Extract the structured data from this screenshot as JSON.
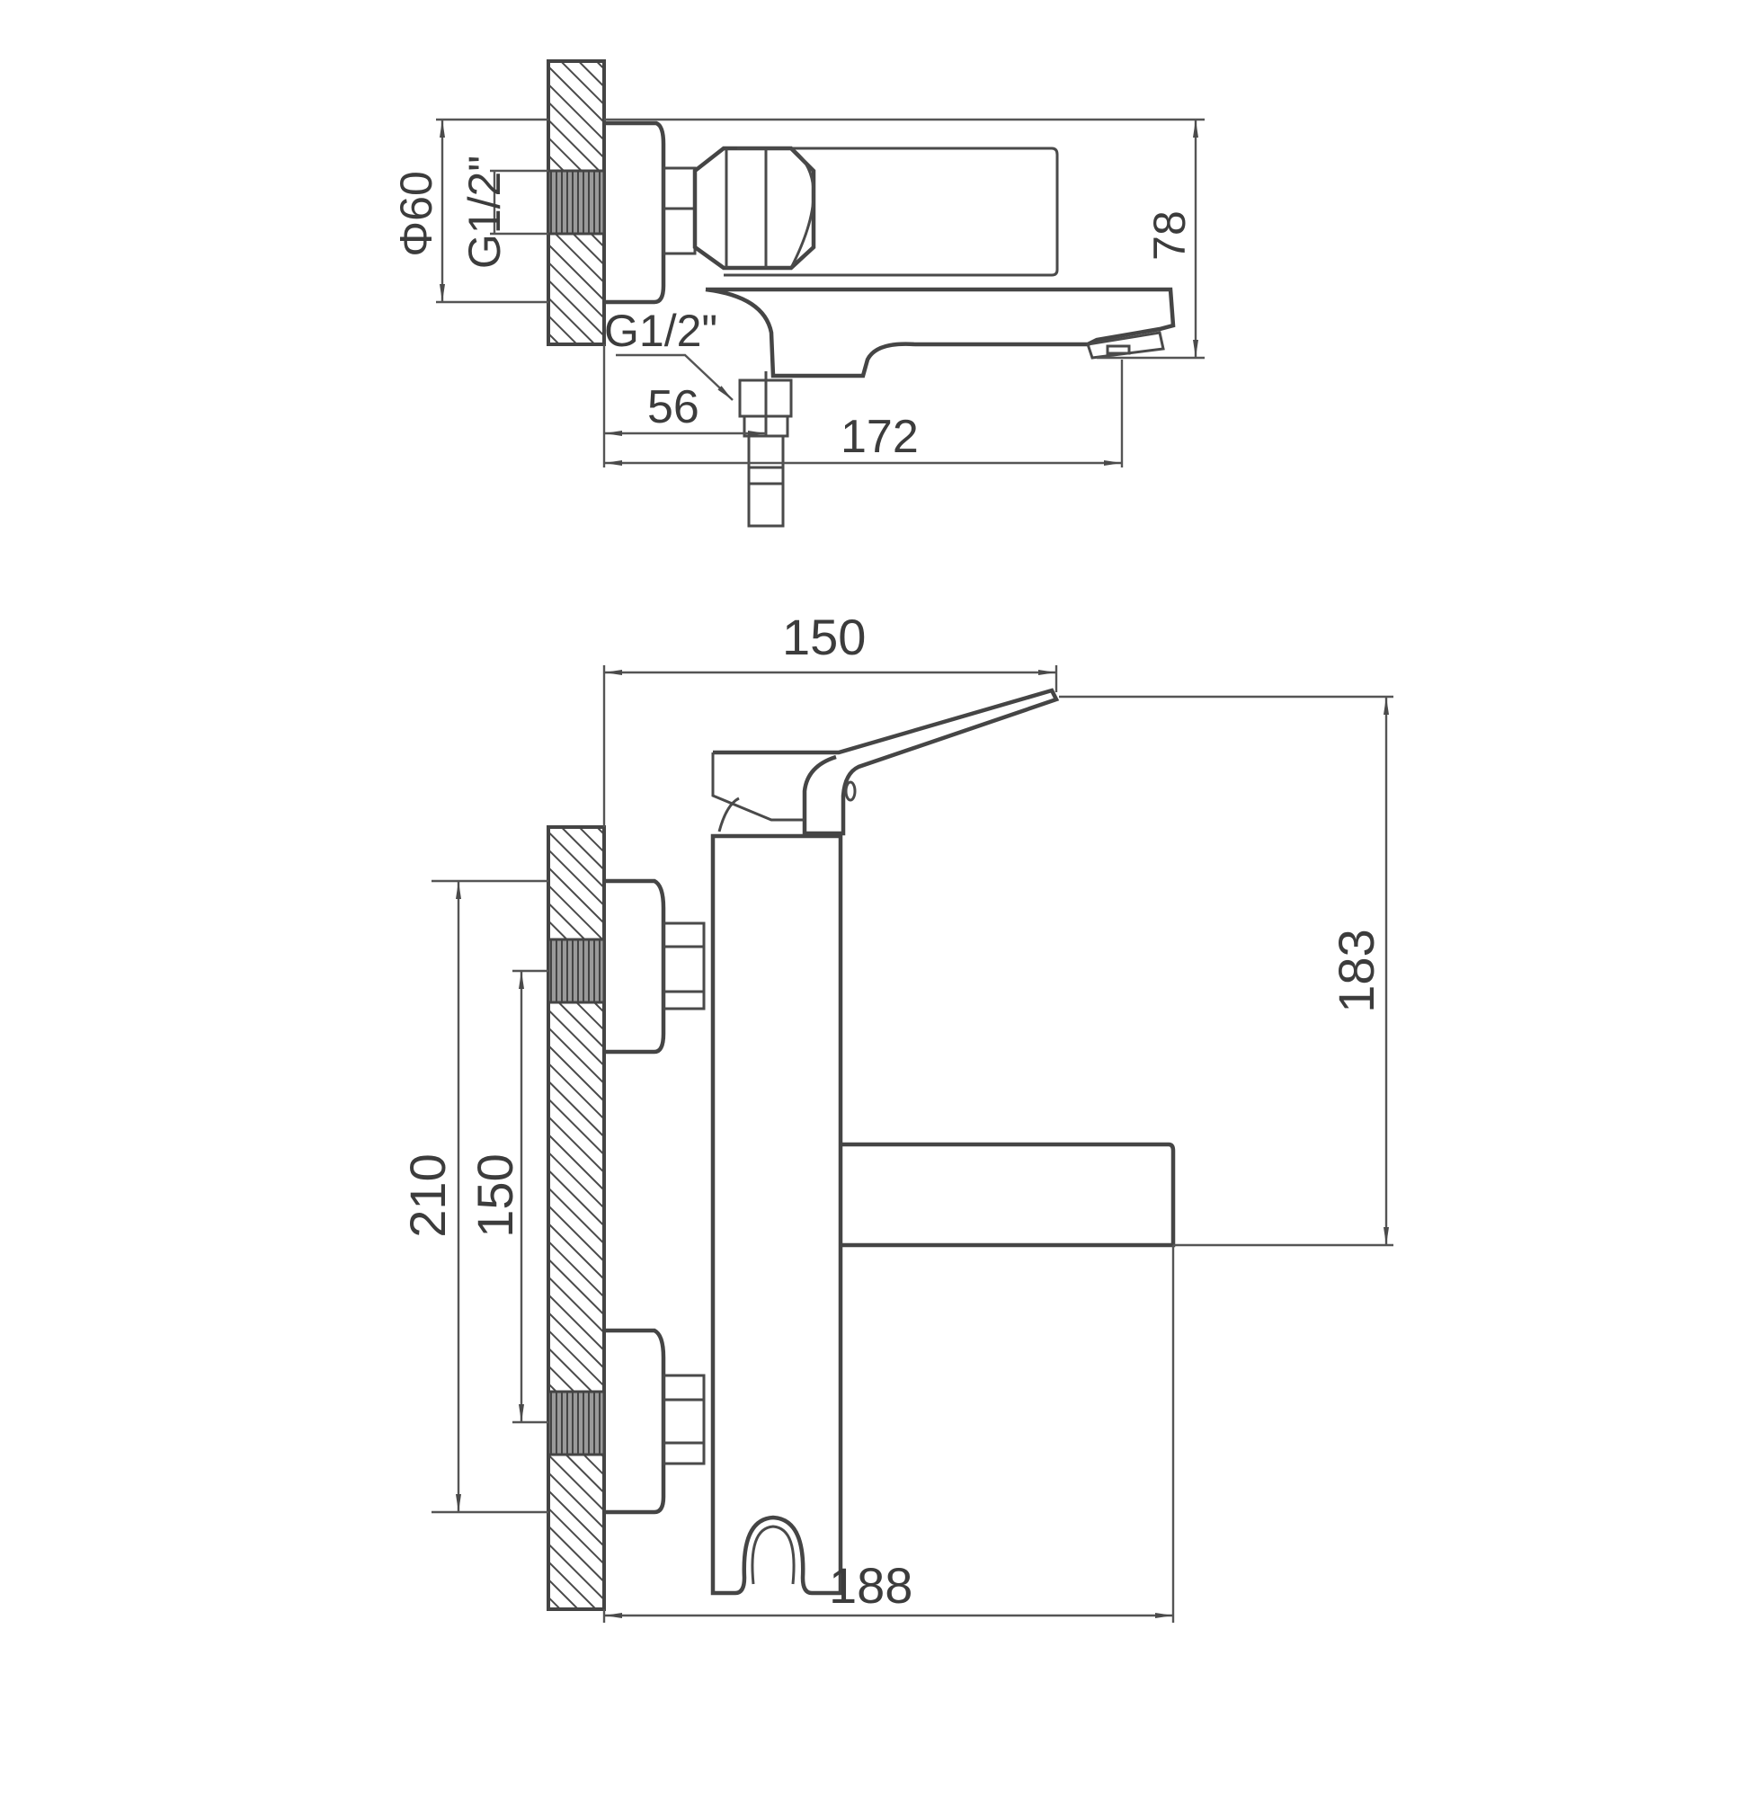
{
  "drawing": {
    "subject": "Wall-mounted bath mixer faucet dimension drawing",
    "units": "mm",
    "colors": {
      "line": "#4a4a4a",
      "background": "#ffffff",
      "hatch": "#4a4a4a"
    },
    "top_view": {
      "label_diameter": "Φ60",
      "label_inlet_thread": "G1/2\"",
      "label_outlet_thread": "G1/2\"",
      "label_height": "78",
      "label_outlet_offset": "56",
      "label_projection": "172"
    },
    "front_view": {
      "label_lever_length": "150",
      "label_total_height": "183",
      "label_eccentric_span": "210",
      "label_center_distance": "150",
      "label_spout_projection": "188"
    }
  }
}
